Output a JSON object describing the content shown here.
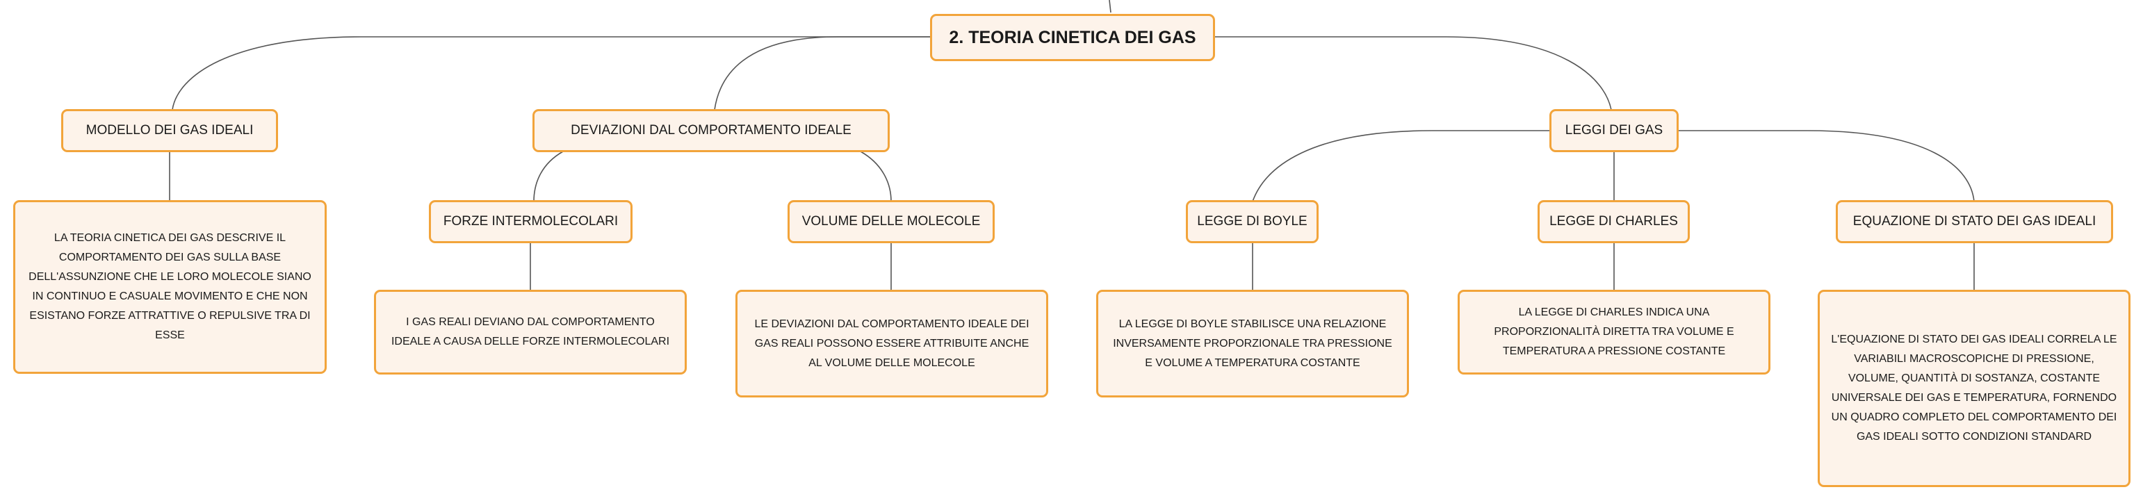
{
  "diagram": {
    "root": {
      "label": "2. TEORIA CINETICA DEI GAS"
    },
    "branches": [
      {
        "label": "MODELLO DEI GAS IDEALI",
        "description": "LA TEORIA CINETICA DEI GAS DESCRIVE IL COMPORTAMENTO DEI GAS SULLA BASE DELL'ASSUNZIONE CHE LE LORO MOLECOLE SIANO IN CONTINUO E CASUALE MOVIMENTO E CHE NON ESISTANO FORZE ATTRATTIVE O REPULSIVE TRA DI ESSE"
      },
      {
        "label": "DEVIAZIONI DAL COMPORTAMENTO IDEALE",
        "children": [
          {
            "label": "FORZE INTERMOLECOLARI",
            "description": "I GAS REALI DEVIANO DAL COMPORTAMENTO IDEALE A CAUSA DELLE FORZE INTERMOLECOLARI"
          },
          {
            "label": "VOLUME DELLE MOLECOLE",
            "description": "LE DEVIAZIONI DAL COMPORTAMENTO IDEALE DEI GAS REALI POSSONO ESSERE ATTRIBUITE ANCHE AL VOLUME DELLE MOLECOLE"
          }
        ]
      },
      {
        "label": "LEGGI DEI GAS",
        "children": [
          {
            "label": "LEGGE DI BOYLE",
            "description": "LA LEGGE DI BOYLE STABILISCE UNA RELAZIONE INVERSAMENTE PROPORZIONALE TRA PRESSIONE E VOLUME A TEMPERATURA COSTANTE"
          },
          {
            "label": "LEGGE DI CHARLES",
            "description": "LA LEGGE DI CHARLES INDICA UNA PROPORZIONALITÀ DIRETTA TRA VOLUME E TEMPERATURA A PRESSIONE COSTANTE"
          },
          {
            "label": "EQUAZIONE DI STATO DEI GAS IDEALI",
            "description": "L'EQUAZIONE DI STATO DEI GAS IDEALI CORRELA LE VARIABILI MACROSCOPICHE DI PRESSIONE, VOLUME, QUANTITÀ DI SOSTANZA, COSTANTE UNIVERSALE DEI GAS E TEMPERATURA, FORNENDO UN QUADRO COMPLETO DEL COMPORTAMENTO DEI GAS IDEALI SOTTO CONDIZIONI STANDARD"
          }
        ]
      }
    ]
  },
  "colors": {
    "node_border": "#f2a43b",
    "node_fill": "#fdf3ea",
    "connector": "#555555"
  }
}
